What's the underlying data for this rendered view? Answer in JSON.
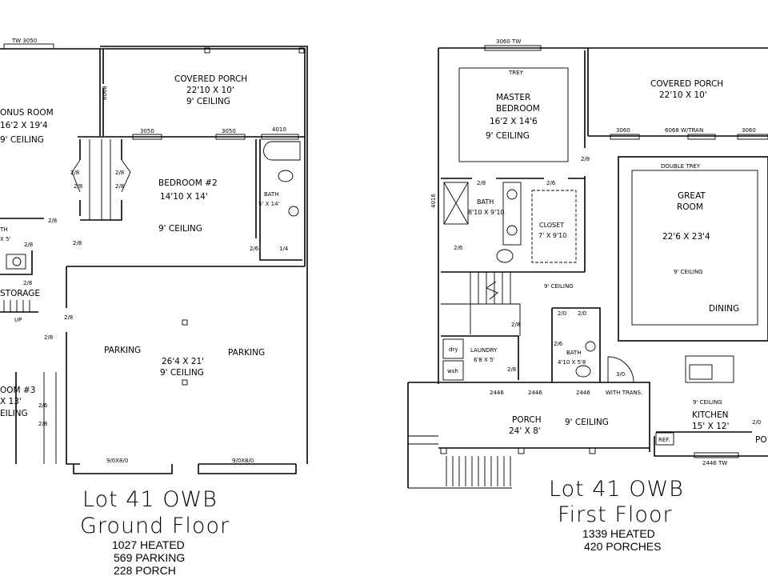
{
  "ground_floor": {
    "title": "Lot 41 OWB",
    "subtitle": "Ground Floor",
    "stats": [
      "1027 HEATED",
      "569 PARKING",
      "228 PORCH"
    ],
    "rooms": {
      "bonus": [
        "ONUS ROOM",
        "16'2 X 19'4",
        "9' CEILING"
      ],
      "covered_porch": [
        "COVERED PORCH",
        "22'10 X 10'",
        "9' CEILING"
      ],
      "bedroom2": [
        "BEDROOM #2",
        "14'10 X 14'",
        "9' CEILING"
      ],
      "bath": [
        "BATH",
        "5' X 14'"
      ],
      "small_bath": [
        "TH",
        "X 5'"
      ],
      "storage": "STORAGE",
      "up": "UP",
      "parking": [
        "PARKING",
        "PARKING",
        "26'4 X 21'",
        "9' CEILING"
      ],
      "bedroom3": [
        "OOM #3",
        "X 13'",
        "EILING"
      ]
    },
    "openings": [
      "TW 3050",
      "6068",
      "3050",
      "3050",
      "4010",
      "2/8",
      "2/8",
      "2/8",
      "2/8",
      "2/8",
      "2/8",
      "2/8",
      "2/6",
      "1/4",
      "2/8",
      "2/8",
      "2/8",
      "2/8",
      "2/6",
      "2/8",
      "9/0X8/0",
      "9/0X8/0"
    ]
  },
  "first_floor": {
    "title": "Lot 41 OWB",
    "subtitle": "First Floor",
    "stats": [
      "1339 HEATED",
      "420 PORCHES"
    ],
    "rooms": {
      "master": [
        "TREY",
        "MASTER",
        "BEDROOM",
        "16'2 X 14'6",
        "9' CEILING"
      ],
      "covered_porch": [
        "COVERED PORCH",
        "22'10 X 10'"
      ],
      "bath": [
        "BATH",
        "8'10 X 9'10"
      ],
      "closet": [
        "CLOSET",
        "7' X 9'10"
      ],
      "great_room": [
        "DOUBLE TREY",
        "GREAT",
        "ROOM",
        "22'6 X 23'4",
        "9' CEILING",
        "DINING"
      ],
      "hall": "9' CEILING",
      "laundry": [
        "LAUNDRY",
        "6'8 X 5'",
        "dry",
        "wsh"
      ],
      "half_bath": [
        "BATH",
        "4'10 X 5'8"
      ],
      "porch": [
        "PORCH",
        "24' X 8'",
        "9' CEILING"
      ],
      "kitchen": [
        "9' CEILING",
        "KITCHEN",
        "15' X 12'",
        "REF.",
        "PO"
      ]
    },
    "openings": [
      "3060 TW",
      "3060",
      "6068 W/TRAN",
      "3060",
      "2/8",
      "2/8",
      "2/6",
      "4016",
      "2/6",
      "2/8",
      "2/0",
      "2/0",
      "2/6",
      "2/8",
      "3/0",
      "2446",
      "2446",
      "2446",
      "WITH TRANS.",
      "2446 TW",
      "2/0"
    ]
  }
}
